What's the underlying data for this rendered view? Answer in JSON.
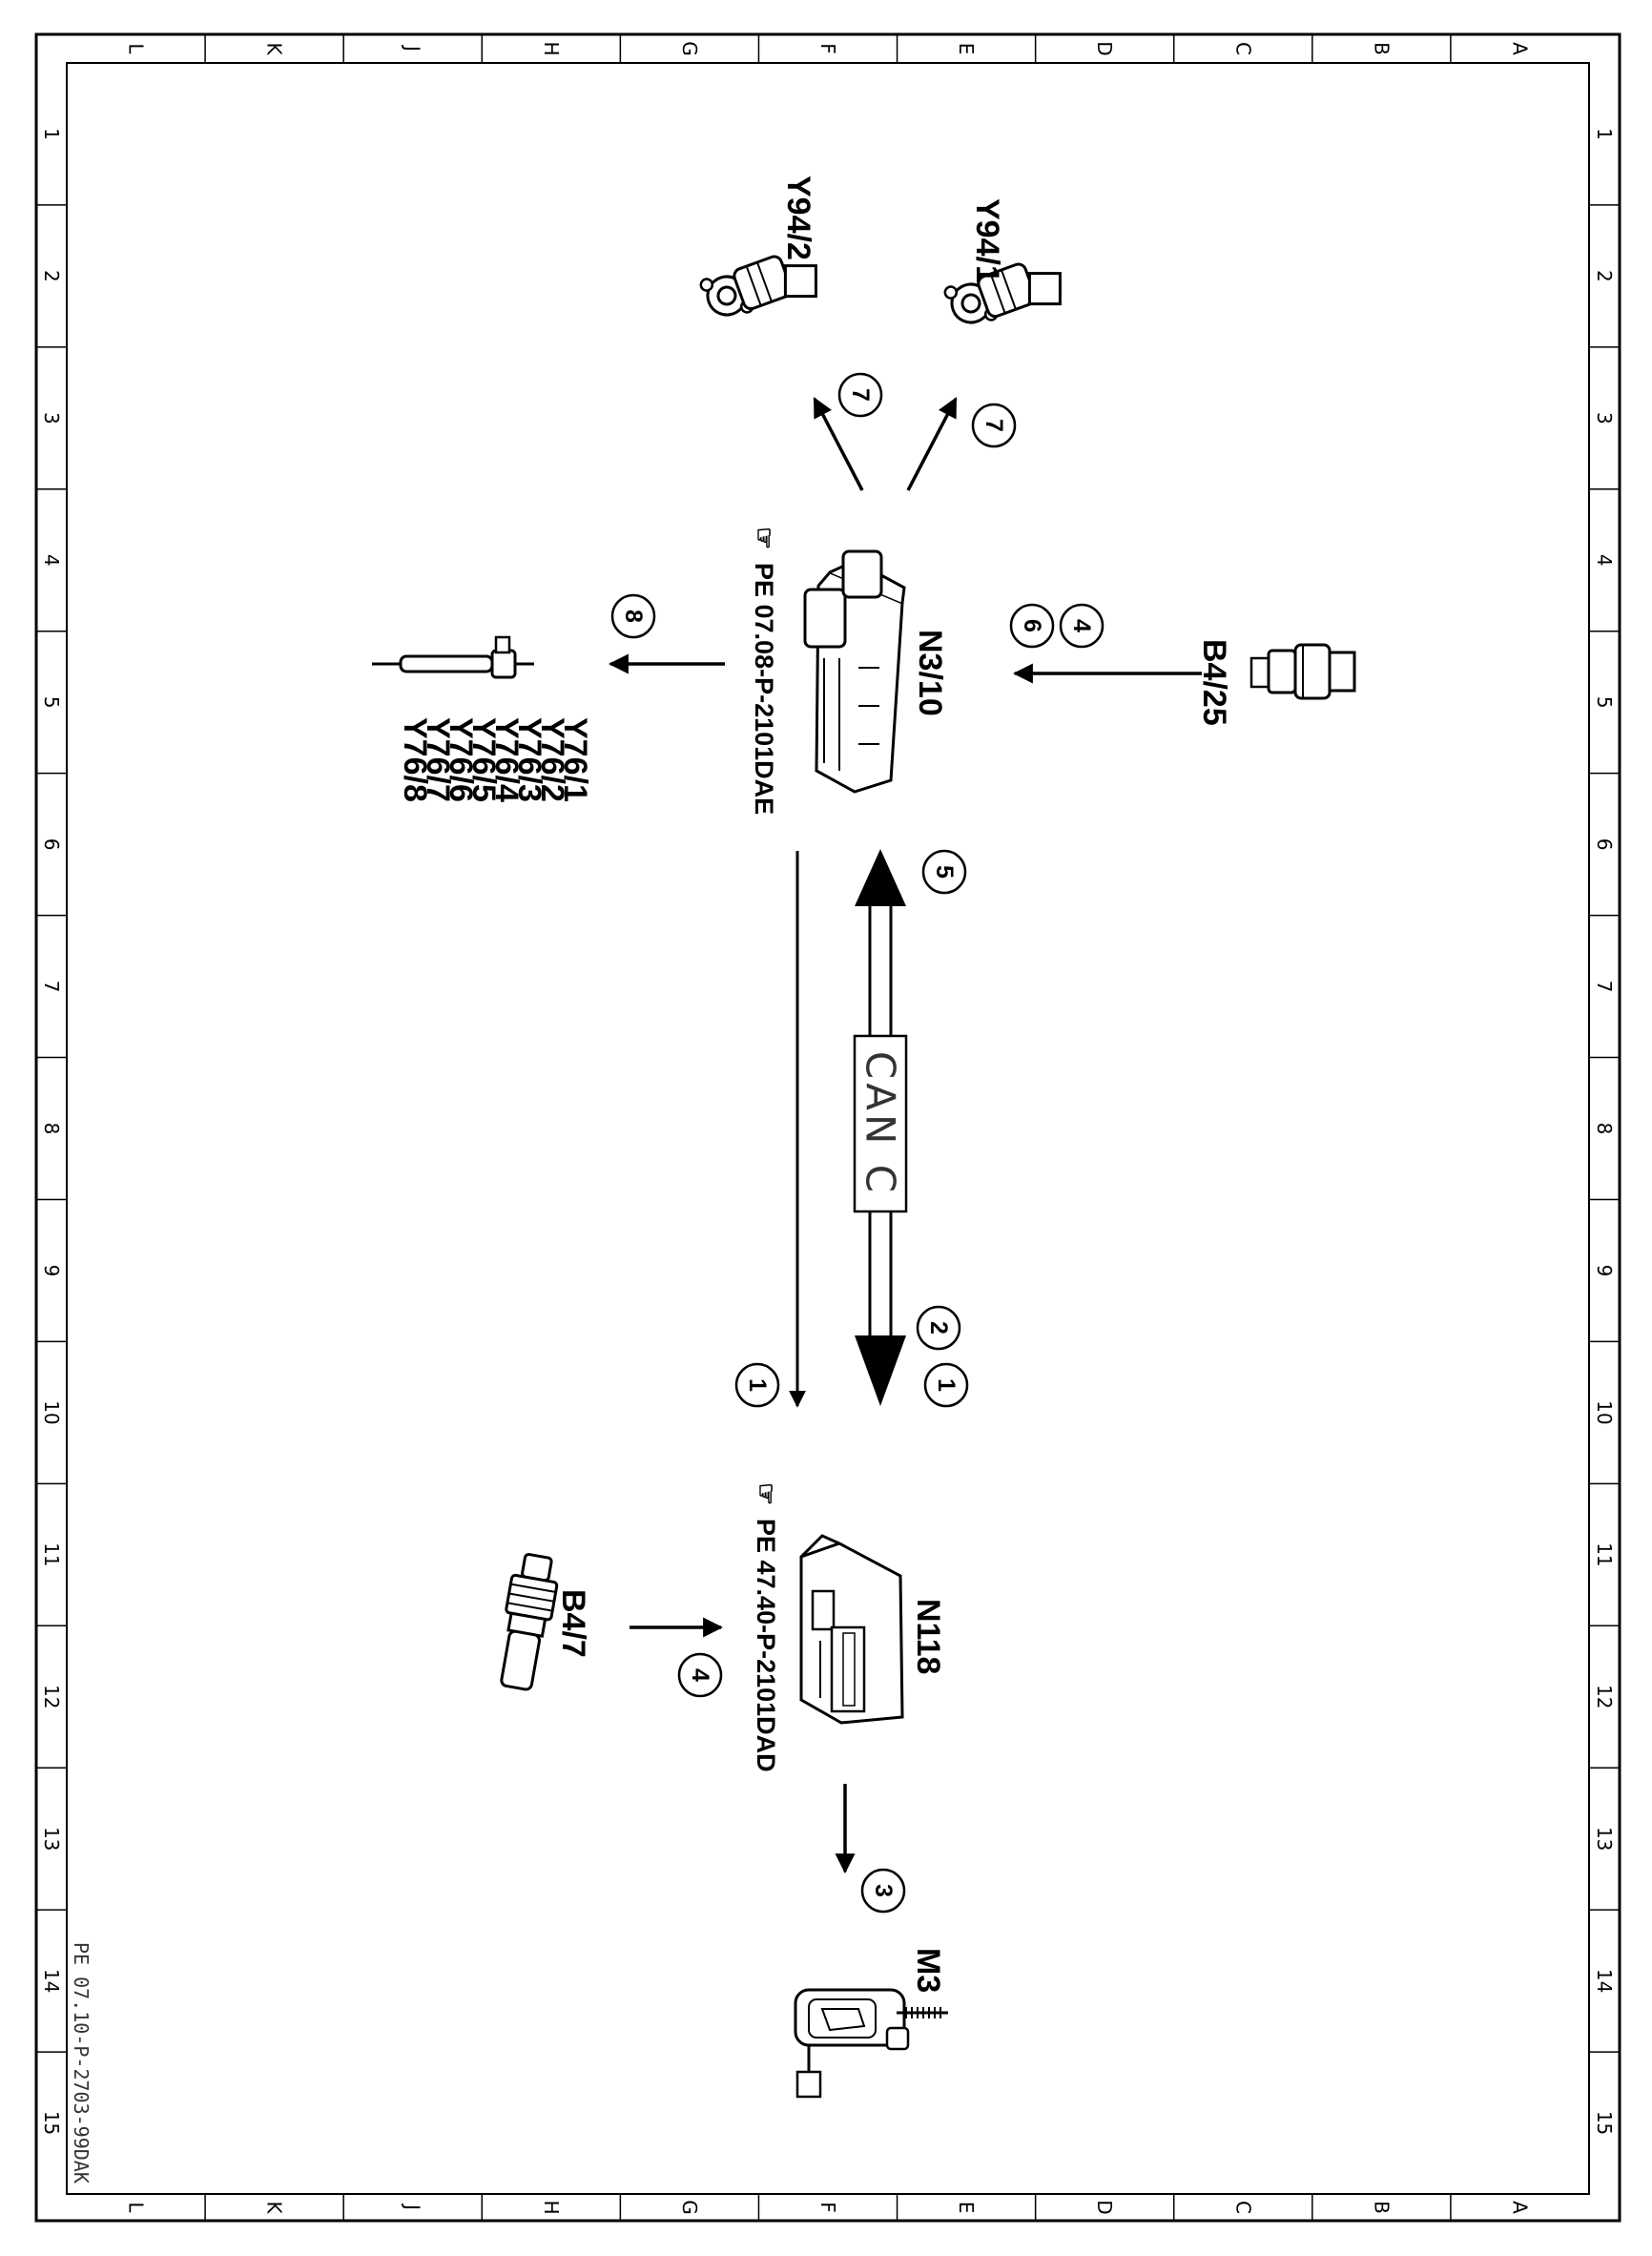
{
  "sheet": {
    "row_letters": [
      "L",
      "K",
      "J",
      "H",
      "G",
      "F",
      "E",
      "D",
      "C",
      "B",
      "A"
    ],
    "column_numbers": [
      "1",
      "2",
      "3",
      "4",
      "5",
      "6",
      "7",
      "8",
      "9",
      "10",
      "11",
      "12",
      "13",
      "14",
      "15"
    ],
    "document_id": "PE 07.10-P-2703-99DAK"
  },
  "components": {
    "y94_1": "Y94/1",
    "y94_2": "Y94/2",
    "n3_10": "N3/10",
    "n3_10_ref": "PE 07.08-P-2101DAE",
    "b4_25": "B4/25",
    "injectors": [
      "Y76/1",
      "Y76/2",
      "Y76/3",
      "Y76/4",
      "Y76/5",
      "Y76/6",
      "Y76/7",
      "Y76/8"
    ],
    "n118": "N118",
    "n118_ref": "PE 47.40-P-2101DAD",
    "b4_7": "B4/7",
    "m3": "M3"
  },
  "bus": {
    "label": "CAN C"
  },
  "callouts": {
    "y94_1_arrow": "7",
    "y94_2_arrow": "7",
    "b4_25_arrow_a": "4",
    "b4_25_arrow_b": "6",
    "injector_arrow": "8",
    "can_top": "5",
    "can_bottom_a": "2",
    "can_bottom_b": "1",
    "left_signal": "1",
    "b4_7_arrow": "4",
    "m3_arrow": "3"
  }
}
